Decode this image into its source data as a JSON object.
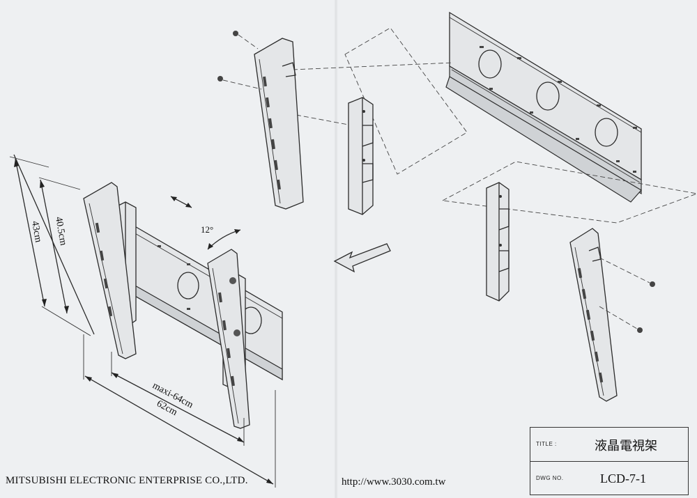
{
  "dimensions": {
    "height_outer": "43cm",
    "height_inner": "40.5cm",
    "width_max": "maxi-64cm",
    "width": "62cm",
    "tilt_angle": "12°"
  },
  "footer": {
    "company": "MITSUBISHI ELECTRONIC ENTERPRISE CO.,LTD.",
    "url": "http://www.3030.com.tw"
  },
  "title_block": {
    "title_label": "TITLE :",
    "title_value": "液晶電視架",
    "dwg_label": "DWG NO.",
    "dwg_value": "LCD-7-1"
  }
}
